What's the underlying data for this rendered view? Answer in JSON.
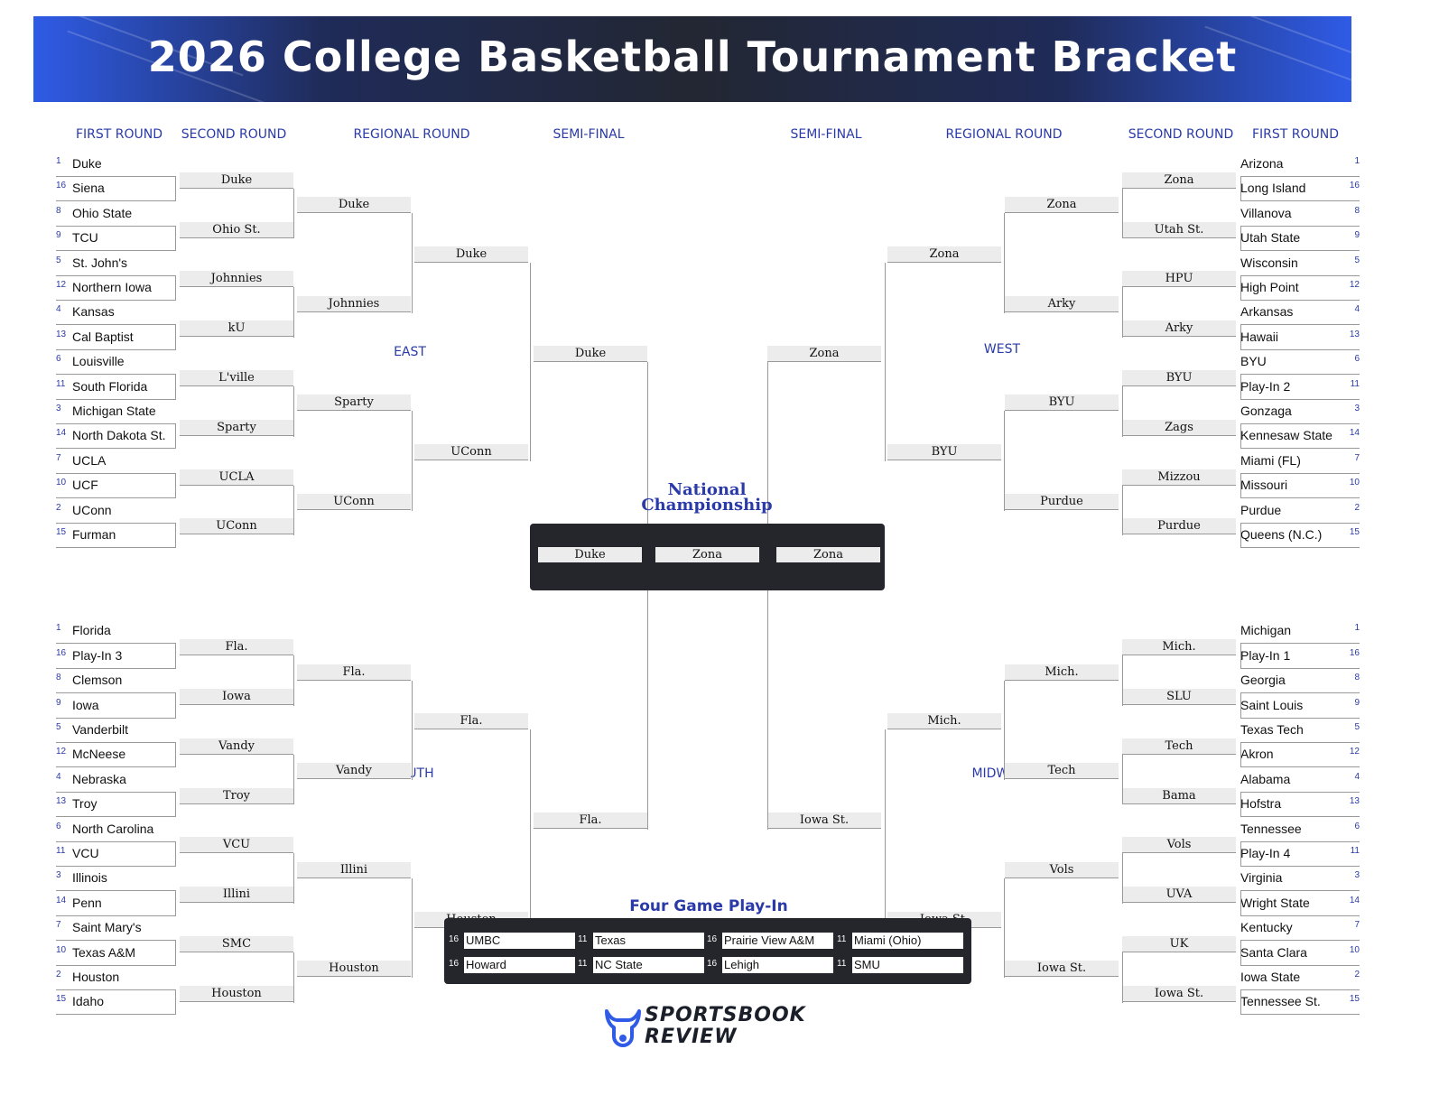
{
  "title": "2026 College Basketball Tournament Bracket",
  "round_labels": {
    "left": [
      "FIRST ROUND",
      "SECOND ROUND",
      "REGIONAL ROUND",
      "SEMI-FINAL"
    ],
    "right": [
      "SEMI-FINAL",
      "REGIONAL ROUND",
      "SECOND ROUND",
      "FIRST ROUND"
    ]
  },
  "regions": {
    "east": "EAST",
    "south": "SOUTH",
    "west": "WEST",
    "midwest": "MIDWEST"
  },
  "left_first_round": [
    {
      "seed": "1",
      "team": "Duke"
    },
    {
      "seed": "16",
      "team": "Siena"
    },
    {
      "seed": "8",
      "team": "Ohio State"
    },
    {
      "seed": "9",
      "team": "TCU"
    },
    {
      "seed": "5",
      "team": "St. John's"
    },
    {
      "seed": "12",
      "team": "Northern Iowa"
    },
    {
      "seed": "4",
      "team": "Kansas"
    },
    {
      "seed": "13",
      "team": "Cal Baptist"
    },
    {
      "seed": "6",
      "team": "Louisville"
    },
    {
      "seed": "11",
      "team": "South Florida"
    },
    {
      "seed": "3",
      "team": "Michigan State"
    },
    {
      "seed": "14",
      "team": "North Dakota St."
    },
    {
      "seed": "7",
      "team": "UCLA"
    },
    {
      "seed": "10",
      "team": "UCF"
    },
    {
      "seed": "2",
      "team": "UConn"
    },
    {
      "seed": "15",
      "team": "Furman"
    },
    {
      "seed": "1",
      "team": "Florida"
    },
    {
      "seed": "16",
      "team": "Play-In 3"
    },
    {
      "seed": "8",
      "team": "Clemson"
    },
    {
      "seed": "9",
      "team": "Iowa"
    },
    {
      "seed": "5",
      "team": "Vanderbilt"
    },
    {
      "seed": "12",
      "team": "McNeese"
    },
    {
      "seed": "4",
      "team": "Nebraska"
    },
    {
      "seed": "13",
      "team": "Troy"
    },
    {
      "seed": "6",
      "team": "North Carolina"
    },
    {
      "seed": "11",
      "team": "VCU"
    },
    {
      "seed": "3",
      "team": "Illinois"
    },
    {
      "seed": "14",
      "team": "Penn"
    },
    {
      "seed": "7",
      "team": "Saint Mary's"
    },
    {
      "seed": "10",
      "team": "Texas A&M"
    },
    {
      "seed": "2",
      "team": "Houston"
    },
    {
      "seed": "15",
      "team": "Idaho"
    }
  ],
  "right_first_round": [
    {
      "seed": "1",
      "team": "Arizona"
    },
    {
      "seed": "16",
      "team": "Long Island"
    },
    {
      "seed": "8",
      "team": "Villanova"
    },
    {
      "seed": "9",
      "team": "Utah State"
    },
    {
      "seed": "5",
      "team": "Wisconsin"
    },
    {
      "seed": "12",
      "team": "High Point"
    },
    {
      "seed": "4",
      "team": "Arkansas"
    },
    {
      "seed": "13",
      "team": "Hawaii"
    },
    {
      "seed": "6",
      "team": "BYU"
    },
    {
      "seed": "11",
      "team": "Play-In 2"
    },
    {
      "seed": "3",
      "team": "Gonzaga"
    },
    {
      "seed": "14",
      "team": "Kennesaw State"
    },
    {
      "seed": "7",
      "team": "Miami (FL)"
    },
    {
      "seed": "10",
      "team": "Missouri"
    },
    {
      "seed": "2",
      "team": "Purdue"
    },
    {
      "seed": "15",
      "team": "Queens (N.C.)"
    },
    {
      "seed": "1",
      "team": "Michigan"
    },
    {
      "seed": "16",
      "team": "Play-In 1"
    },
    {
      "seed": "8",
      "team": "Georgia"
    },
    {
      "seed": "9",
      "team": "Saint Louis"
    },
    {
      "seed": "5",
      "team": "Texas Tech"
    },
    {
      "seed": "12",
      "team": "Akron"
    },
    {
      "seed": "4",
      "team": "Alabama"
    },
    {
      "seed": "13",
      "team": "Hofstra"
    },
    {
      "seed": "6",
      "team": "Tennessee"
    },
    {
      "seed": "11",
      "team": "Play-In 4"
    },
    {
      "seed": "3",
      "team": "Virginia"
    },
    {
      "seed": "14",
      "team": "Wright State"
    },
    {
      "seed": "7",
      "team": "Kentucky"
    },
    {
      "seed": "10",
      "team": "Santa Clara"
    },
    {
      "seed": "2",
      "team": "Iowa State"
    },
    {
      "seed": "15",
      "team": "Tennessee St."
    }
  ],
  "left_second_round": [
    "Duke",
    "Ohio St.",
    "Johnnies",
    "kU",
    "L'ville",
    "Sparty",
    "UCLA",
    "UConn",
    "Fla.",
    "Iowa",
    "Vandy",
    "Troy",
    "VCU",
    "Illini",
    "SMC",
    "Houston"
  ],
  "left_regional_round": [
    "Duke",
    "Johnnies",
    "Sparty",
    "UConn",
    "Fla.",
    "Vandy",
    "Illini",
    "Houston"
  ],
  "left_sweet": [
    "Duke",
    "UConn",
    "Fla.",
    "Houston"
  ],
  "left_semi": [
    "Duke",
    "Fla."
  ],
  "right_second_round": [
    "Zona",
    "Utah St.",
    "HPU",
    "Arky",
    "BYU",
    "Zags",
    "Mizzou",
    "Purdue",
    "Mich.",
    "SLU",
    "Tech",
    "Bama",
    "Vols",
    "UVA",
    "UK",
    "Iowa St."
  ],
  "right_regional_round": [
    "Zona",
    "Arky",
    "BYU",
    "Purdue",
    "Mich.",
    "Tech",
    "Vols",
    "Iowa St."
  ],
  "right_sweet": [
    "Zona",
    "BYU",
    "Mich.",
    "Iowa St."
  ],
  "right_semi": [
    "Zona",
    "Iowa St."
  ],
  "championship": {
    "title_line1": "National",
    "title_line2": "Championship",
    "left": "Duke",
    "winner": "Zona",
    "right": "Zona"
  },
  "play_in": {
    "title": "Four Game Play-In",
    "games": [
      [
        {
          "seed": "16",
          "team": "UMBC"
        },
        {
          "seed": "16",
          "team": "Howard"
        }
      ],
      [
        {
          "seed": "11",
          "team": "Texas"
        },
        {
          "seed": "11",
          "team": "NC State"
        }
      ],
      [
        {
          "seed": "16",
          "team": "Prairie View A&M"
        },
        {
          "seed": "16",
          "team": "Lehigh"
        }
      ],
      [
        {
          "seed": "11",
          "team": "Miami (Ohio)"
        },
        {
          "seed": "11",
          "team": "SMU"
        }
      ]
    ]
  },
  "logo": {
    "line1": "SPORTSBOOK",
    "line2": "REVIEW",
    "icon": "bull-head-icon"
  },
  "colors": {
    "accent": "#2a3aa8",
    "banner_blue": "#2f5be6",
    "banner_dark": "#232733",
    "panel": "#24262b"
  }
}
